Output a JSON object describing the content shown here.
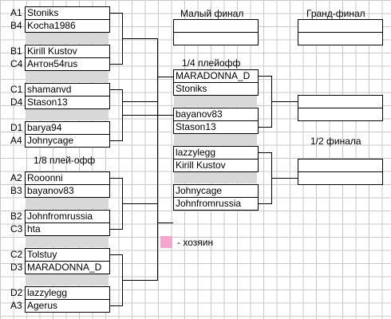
{
  "r16": {
    "label": "1/8 плей-офф",
    "slots": [
      {
        "seed": "A1",
        "name": "Stoniks"
      },
      {
        "seed": "B4",
        "name": "Kocha1986"
      },
      {
        "seed": "B1",
        "name": "Kirill Kustov"
      },
      {
        "seed": "C4",
        "name": "Антон54rus"
      },
      {
        "seed": "C1",
        "name": "shamanvd"
      },
      {
        "seed": "D4",
        "name": "Stason13"
      },
      {
        "seed": "D1",
        "name": "barya94"
      },
      {
        "seed": "A4",
        "name": "Johnycage"
      },
      {
        "seed": "A2",
        "name": "Rooonni"
      },
      {
        "seed": "B3",
        "name": "bayanov83"
      },
      {
        "seed": "B2",
        "name": "Johnfromrussia"
      },
      {
        "seed": "C3",
        "name": "hta"
      },
      {
        "seed": "C2",
        "name": "Tolstuy"
      },
      {
        "seed": "D3",
        "name": "MARADONNA_D"
      },
      {
        "seed": "D2",
        "name": "lazzylegg"
      },
      {
        "seed": "A3",
        "name": "Agerus"
      }
    ]
  },
  "qf": {
    "label": "1/4 плейофф",
    "slots": [
      "MARADONNA_D",
      "Stoniks",
      "bayanov83",
      "Stason13",
      "lazzylegg",
      "Kirill Kustov",
      "Johnycage",
      "Johnfromrussia"
    ]
  },
  "semi": {
    "label": "1/2 финала",
    "slots": [
      "",
      "",
      "",
      ""
    ]
  },
  "third_place": {
    "label": "Малый финал",
    "slots": [
      "",
      ""
    ]
  },
  "grand_final": {
    "label": "Гранд-финал",
    "slots": [
      "",
      ""
    ]
  },
  "legend": {
    "label": "- хозяин",
    "color": "#f4a6cf"
  }
}
